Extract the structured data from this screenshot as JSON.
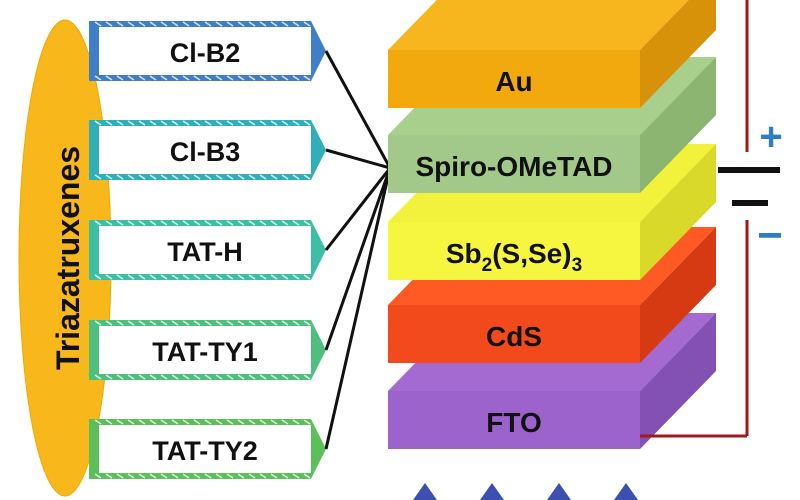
{
  "pill_label": "Triazatruxenes",
  "molecules": [
    {
      "label": "Cl-B2",
      "color": "#3f7fc7"
    },
    {
      "label": "Cl-B3",
      "color": "#2fb0b8"
    },
    {
      "label": "TAT-H",
      "color": "#3dbfa6"
    },
    {
      "label": "TAT-TY1",
      "color": "#4cc07c"
    },
    {
      "label": "TAT-TY2",
      "color": "#5bbf5a"
    }
  ],
  "layers": [
    {
      "label": "Au",
      "top": "#f7b51e",
      "front": "#f2a90e",
      "side": "#d8920a"
    },
    {
      "label": "Spiro-OMeTAD",
      "top": "#a9cf8c",
      "front": "#a3c98a",
      "side": "#8db572"
    },
    {
      "label_parts": [
        "Sb",
        "2",
        "(S,Se)",
        "3"
      ],
      "top": "#f2f23c",
      "front": "#f6f640",
      "side": "#d9d92a"
    },
    {
      "label": "CdS",
      "top": "#ff5a24",
      "front": "#f24a1c",
      "side": "#d63a12"
    },
    {
      "label": "FTO",
      "top": "#a46ad2",
      "front": "#9c63cc",
      "side": "#8350b3"
    }
  ],
  "battery": {
    "plus": "+",
    "minus": "−",
    "sign_color": "#2f7fc4",
    "wire_color": "#a01818"
  },
  "light_color": "#3d4fb0"
}
